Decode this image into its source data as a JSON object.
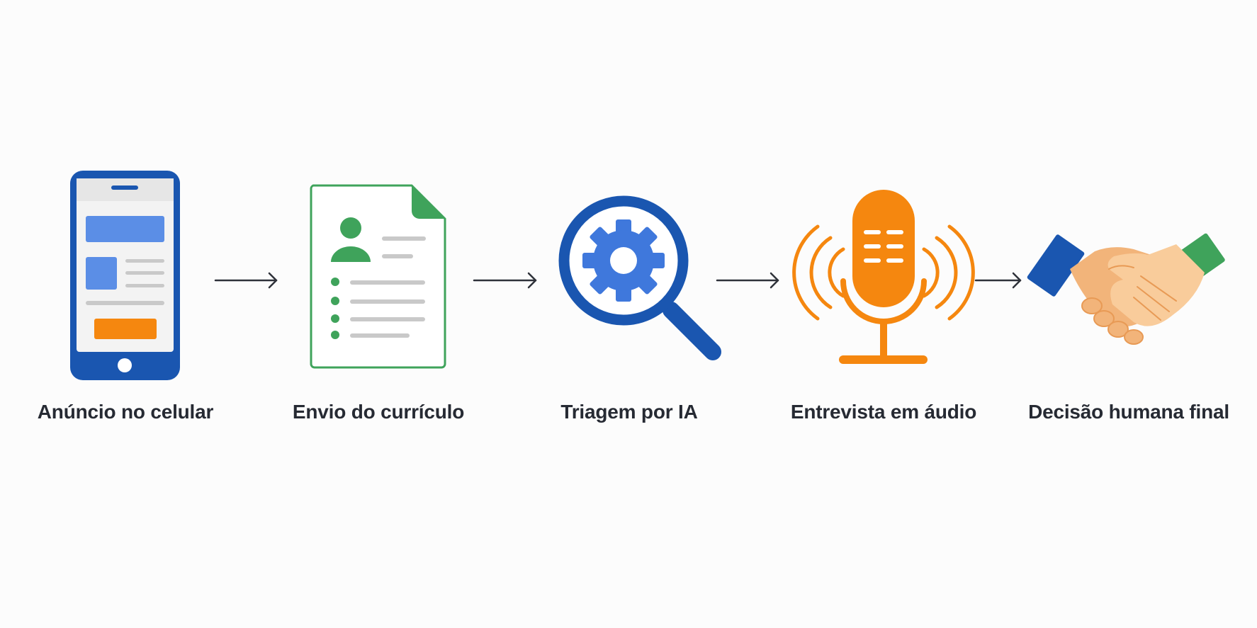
{
  "steps": [
    {
      "label": "Anúncio no celular",
      "icon": "smartphone-ad-icon"
    },
    {
      "label": "Envio do currículo",
      "icon": "resume-document-icon"
    },
    {
      "label": "Triagem por IA",
      "icon": "magnifier-gear-icon"
    },
    {
      "label": "Entrevista em áudio",
      "icon": "microphone-icon"
    },
    {
      "label": "Decisão humana final",
      "icon": "handshake-icon"
    }
  ],
  "colors": {
    "blue": "#1a56b0",
    "light_blue": "#5b8ee6",
    "green": "#3fa35b",
    "orange": "#f5870f",
    "skin": "#f7c38d",
    "gray": "#c9c9c9",
    "arrow": "#2f323a",
    "text": "#262a33"
  }
}
